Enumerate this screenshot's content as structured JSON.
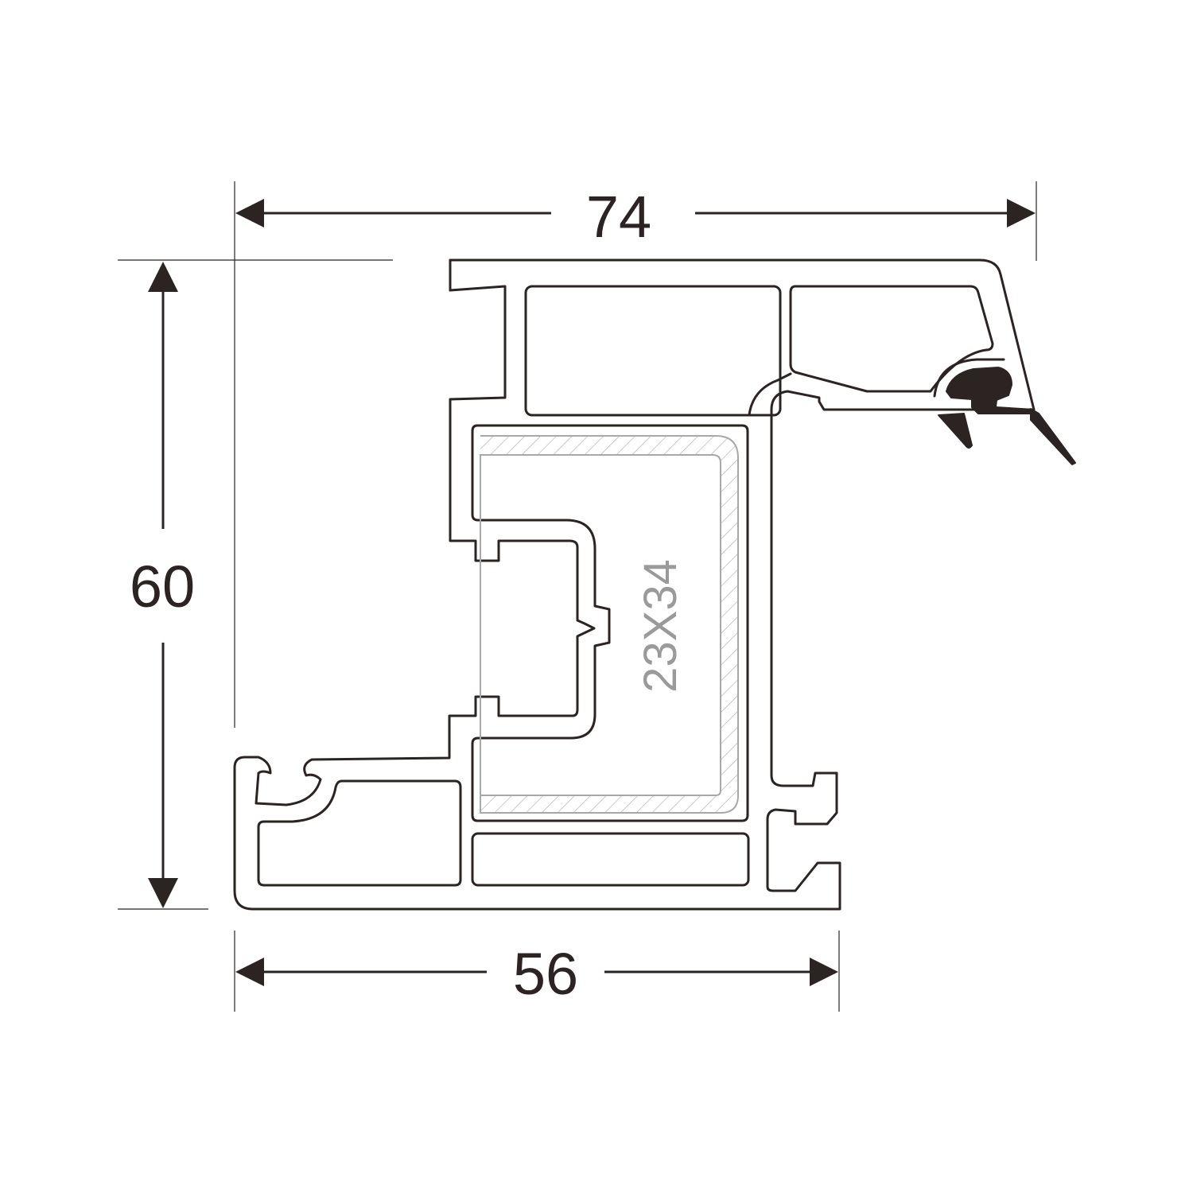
{
  "dimensions": {
    "overall_width": "74",
    "height": "60",
    "base_width": "56"
  },
  "reinforcement": {
    "label": "23X34"
  },
  "colors": {
    "line": "#2b2422",
    "reinforcement": "#9a9a9a",
    "background": "#ffffff"
  }
}
